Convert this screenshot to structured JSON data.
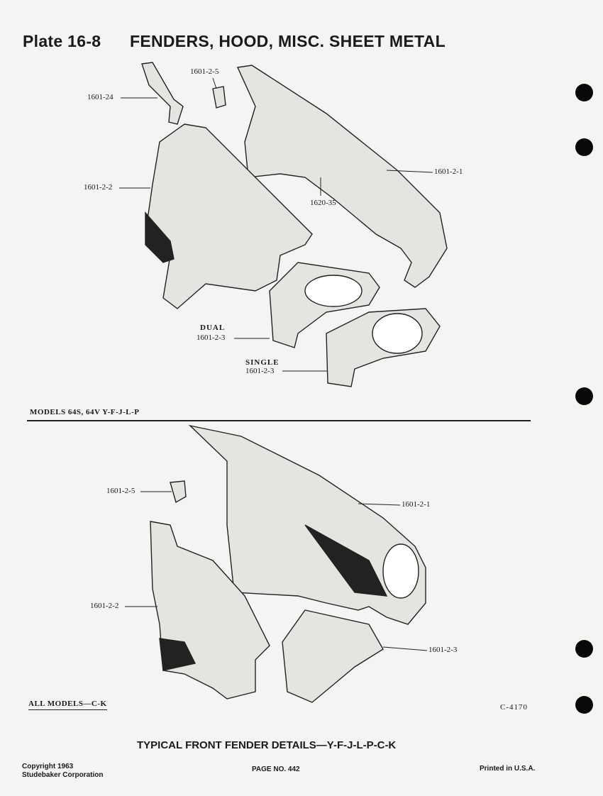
{
  "header": {
    "plate": "Plate 16-8",
    "title": "FENDERS, HOOD, MISC. SHEET METAL"
  },
  "upper": {
    "section_label": "MODELS 64S, 64V Y-F-J-L-P",
    "callouts": {
      "bracket": "1601-24",
      "clip": "1601-2-5",
      "apron": "1601-2-2",
      "fender": "1601-2-1",
      "nut": "1620-35",
      "dual_title": "DUAL",
      "dual_part": "1601-2-3",
      "single_title": "SINGLE",
      "single_part": "1601-2-3"
    }
  },
  "lower": {
    "section_label": "ALL MODELS—C-K",
    "callouts": {
      "clip": "1601-2-5",
      "fender": "1601-2-1",
      "apron": "1601-2-2",
      "headlamp_housing": "1601-2-3"
    },
    "illustration_number": "C-4170"
  },
  "caption": "TYPICAL FRONT FENDER DETAILS—Y-F-J-L-P-C-K",
  "footer": {
    "copyright_line1": "Copyright 1963",
    "copyright_line2": "Studebaker Corporation",
    "page": "PAGE NO. 442",
    "printed": "Printed in U.S.A."
  }
}
